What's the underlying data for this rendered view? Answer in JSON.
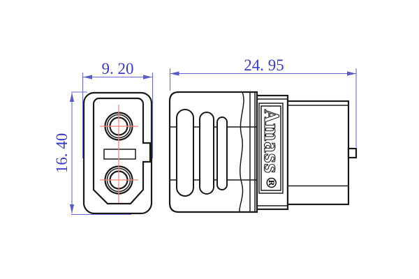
{
  "drawing": {
    "type": "engineering-drawing",
    "subject": "XT60 connector, front and side orthographic views",
    "brand_label": "Amass",
    "registered_mark": "®",
    "dimensions": {
      "front_width": "9. 20",
      "side_length": "24. 95",
      "front_height": "16. 40"
    },
    "colors": {
      "outline": "#1a1a1a",
      "dimension_line": "#6b6bd1",
      "dimension_text": "#3a3ac6",
      "centerline": "#f0837b",
      "background": "#ffffff"
    }
  }
}
